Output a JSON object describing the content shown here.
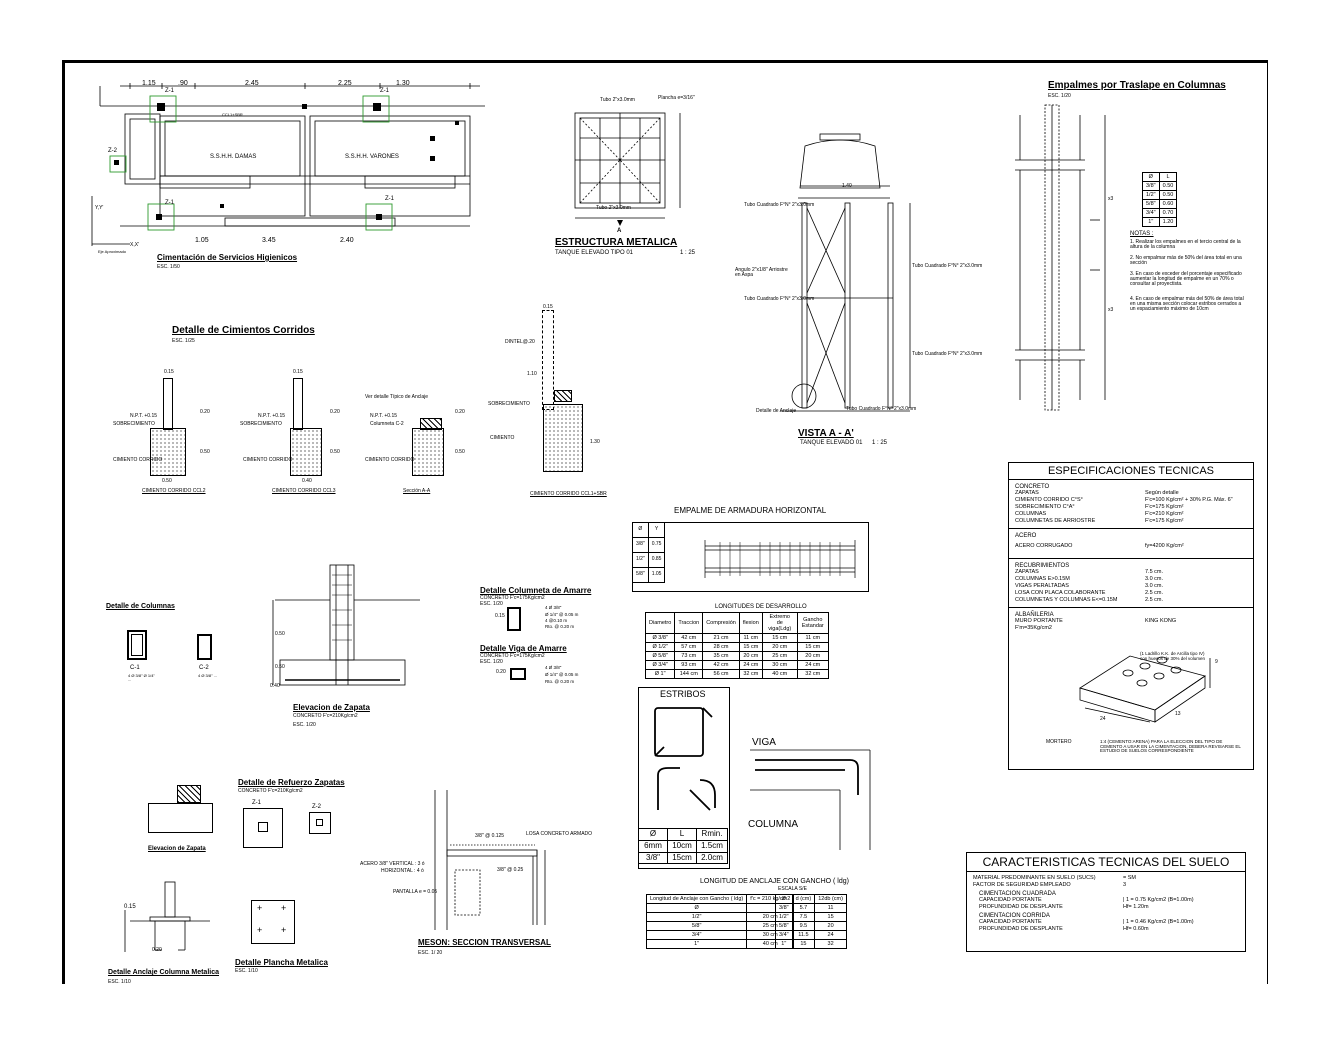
{
  "plan": {
    "title": "Cimentación de Servicios Higienicos",
    "scale": "ESC. 1/50",
    "room_damas": "S.S.H.H. DAMAS",
    "room_varones": "S.S.H.H. VARONES",
    "top_dims": [
      "1.15",
      ".90",
      "2.45",
      "2.25",
      "1.30"
    ],
    "bottom_dims": [
      "1.05",
      "3.45",
      "2.40"
    ],
    "z1": "Z-1",
    "z2": "Z-2",
    "beam": "CCL1+SBR",
    "axis_y": "Y,Y'",
    "axis_x": "X,X'",
    "axis_label": "Eje Aproximado"
  },
  "estructura": {
    "title": "ESTRUCTURA METALICA",
    "subtitle": "TANQUE ELEVADO TIPO 01",
    "scale": "1 : 25",
    "tubo": "Tubo 2\"x3.0mm",
    "plancha": "Plancha e=3/16\"",
    "marker": "A"
  },
  "vista": {
    "title": "VISTA A - A'",
    "subtitle": "TANQUE ELEVADO 01",
    "scale": "1 : 25",
    "tubo1": "Tubo Cuadrado F°N° 2\"x3.0mm",
    "tubo2": "Tubo Cuadrado F°N° 2\"x3.0mm",
    "angulo": "Angulo 2\"x1/8\" Arriostre en Aspa",
    "anclaje": "Detalle de Anclaje",
    "dim": "1.40"
  },
  "empalmes": {
    "title": "Empalmes por Traslape en Columnas",
    "scale": "ESC. 1/20",
    "table_head": [
      "Ø",
      "L"
    ],
    "table_rows": [
      [
        "3/8\"",
        "0.50"
      ],
      [
        "1/2\"",
        "0.50"
      ],
      [
        "5/8\"",
        "0.60"
      ],
      [
        "3/4\"",
        "0.70"
      ],
      [
        "1\"",
        "1.20"
      ]
    ],
    "notes_title": "NOTAS :",
    "notes": [
      "1. Realizar los empalmes en el tercio central de la altura de la columna",
      "2. No empalmar más de 50% del área total en una sección",
      "3. En caso de exceder del porcentaje especificado aumentar la longitud de empalme en un 70% o consultar al proyectista.",
      "4. En caso de empalmar más del 50% de área total en una misma sección colocar estribos cerrados a un espaciamiento máximo de 10cm"
    ]
  },
  "cimientos": {
    "title": "Detalle  de Cimientos Corridos",
    "scale": "ESC. 1/25",
    "labels": [
      "CIMIENTO CORRIDO CCL2",
      "CIMIENTO CORRIDO CCL3",
      "Sección A-A",
      "CIMIENTO CORRIDO CCL1+SBR"
    ],
    "npt": "N.P.T. +0.15",
    "sobrecimiento": "SOBRECIMIENTO",
    "cimiento": "CIMIENTO CORRIDO",
    "columneta": "Columneta C-2",
    "ver": "Ver detalle Típico de Anclaje",
    "dims": [
      "0.15",
      "0.20",
      "0.50",
      "0.50",
      "0.40",
      "1.10",
      "1.30"
    ],
    "dintel": "DINTEL@.20",
    "cimiento_short": "CIMIENTO"
  },
  "empalme_horizontal": {
    "title": "EMPALME DE ARMADURA HORIZONTAL",
    "rows": [
      [
        "Ø",
        "Y"
      ],
      [
        "3/8\"",
        "0.75"
      ],
      [
        "1/2\"",
        "0.85"
      ],
      [
        "5/8\"",
        "1.05"
      ]
    ]
  },
  "longitudes": {
    "title": "LONGITUDES DE DESARROLLO",
    "head": [
      "Diametro",
      "Traccion",
      "Compresión",
      "flexion",
      "Extremo de viga(Ldg)",
      "Gancho Estandar"
    ],
    "rows": [
      [
        "Ø 3/8\"",
        "42 cm",
        "21 cm",
        "11 cm",
        "15 cm",
        "11 cm"
      ],
      [
        "Ø 1/2\"",
        "57 cm",
        "28 cm",
        "15 cm",
        "20 cm",
        "15 cm"
      ],
      [
        "Ø 5/8\"",
        "73 cm",
        "35 cm",
        "20 cm",
        "25 cm",
        "20 cm"
      ],
      [
        "Ø 3/4\"",
        "93 cm",
        "42 cm",
        "24 cm",
        "30 cm",
        "24 cm"
      ],
      [
        "Ø 1\"",
        "144 cm",
        "56 cm",
        "32 cm",
        "40 cm",
        "32 cm"
      ]
    ]
  },
  "estribos": {
    "title": "ESTRIBOS",
    "head": [
      "Ø",
      "L",
      "Rmin."
    ],
    "rows": [
      [
        "6mm",
        "10cm",
        "1.5cm"
      ],
      [
        "3/8\"",
        "15cm",
        "2.0cm"
      ]
    ],
    "viga": "VIGA",
    "columna": "COLUMNA"
  },
  "anclaje": {
    "title": "LONGITUD DE ANCLAJE CON GANCHO ( ldg)",
    "scale": "ESCALA S/E",
    "t1_head": [
      "Longitud de Anclaje con Gancho ( ldg)",
      "f'c = 210 kg/cm2"
    ],
    "t1_rows": [
      [
        "Ø",
        ""
      ],
      [
        "1/2\"",
        "20 cm"
      ],
      [
        "5/8\"",
        "25 cm"
      ],
      [
        "3/4\"",
        "30 cm"
      ],
      [
        "1\"",
        "40 cm"
      ]
    ],
    "t2_head": [
      "Ø",
      "d (cm)",
      "12db (cm)"
    ],
    "t2_rows": [
      [
        "3/8\"",
        "5.7",
        "11"
      ],
      [
        "1/2\"",
        "7.5",
        "15"
      ],
      [
        "5/8\"",
        "9.5",
        "20"
      ],
      [
        "3/4\"",
        "11.5",
        "24"
      ],
      [
        "1\"",
        "15",
        "32"
      ]
    ]
  },
  "especificaciones": {
    "title": "ESPECIFICACIONES TECNICAS",
    "concreto": "CONCRETO",
    "concreto_rows": [
      [
        "ZAPATAS",
        "Según detalle"
      ],
      [
        "CIMIENTO CORRIDO  C°S°",
        "F'c=100 Kg/cm² + 30% P.G. Máx. 6\""
      ],
      [
        "SOBRECIMIENTO C°A°",
        "F'c=175 Kg/cm²"
      ],
      [
        "COLUMNAS",
        "F'c=210 Kg/cm²"
      ],
      [
        "COLUMNETAS DE ARRIOSTRE",
        "F'c=175 Kg/cm²"
      ]
    ],
    "acero": "ACERO",
    "acero_rows": [
      [
        "ACERO CORRUGADO",
        "fy=4200 Kg/cm²"
      ]
    ],
    "recubrimientos": "RECUBRIMIENTOS",
    "recub_rows": [
      [
        "ZAPATAS",
        "7.5 cm."
      ],
      [
        "COLUMNAS E>0.15M",
        "3.0 cm."
      ],
      [
        "VIGAS PERALTADAS",
        "3.0 cm."
      ],
      [
        "LOSA CON PLACA COLABORANTE",
        "2.5 cm."
      ],
      [
        "COLUMNETAS Y COLUMNAS E<=0.15M",
        "2.5 cm."
      ]
    ],
    "albanileria": "ALBAÑILERIA",
    "muro": "MURO PORTANTE",
    "muro_val": "KING KONG",
    "fm": "F'm=35Kg/cm2",
    "ladrillo": "(1 Ladrillo K.K. de Arcilla tipo IV) con huecos de 30% del volumen",
    "mortero": "MORTERO",
    "mortero_val": "1:4 (CEMENTO:ARENA) PARA LA ELECCION DEL TIPO DE CEMENTO A USAR EN LA CIMENTACION, DEBERA REVISARSE EL ESTUDIO DE SUELOS CORRESPONDIENTE",
    "dims": [
      "24",
      "13",
      "9"
    ]
  },
  "suelo": {
    "title": "CARACTERISTICAS TECNICAS DEL SUELO",
    "rows": [
      [
        "MATERIAL PREDOMINANTE EN SUELO (SUCS)",
        "= SM"
      ],
      [
        "FACTOR DE SEGURIDAD EMPLEADO",
        "3"
      ]
    ],
    "cuadrada": "CIMENTACION CUADRADA",
    "cuadrada_rows": [
      [
        "CAPACIDAD PORTANTE",
        "| 1 = 0.75 Kg/cm2 (B=1.00m)"
      ],
      [
        "PROFUNDIDAD DE DESPLANTE",
        "Hf= 1.20m"
      ]
    ],
    "corrida": "CIMENTACION CORRIDA",
    "corrida_rows": [
      [
        "CAPACIDAD PORTANTE",
        "| 1 = 0.46 Kg/cm2 (B=1.00m)"
      ],
      [
        "PROFUNDIDAD DE DESPLANTE",
        "Hf= 0.60m"
      ]
    ]
  },
  "columnas": {
    "title": "Detalle de Columnas",
    "c1": "C-1",
    "c2": "C-2",
    "note1": "4 Ø 3/8\" Ø 1/4\" ...",
    "note2": "4 Ø 3/8\" ..."
  },
  "zapata": {
    "title": "Elevacion de Zapata",
    "sub": "CONCRETO F'c=210Kg/cm2",
    "scale": "ESC. 1/20",
    "dims": [
      "0.50",
      "0.50",
      "0.40"
    ]
  },
  "columneta_amarre": {
    "title": "Detalle Columneta de Amarre",
    "sub": "CONCRETO F'c=175Kg/cm2",
    "scale": "ESC. 1/20",
    "notes": [
      "4 Ø 3/8\"",
      "Ø 1/4\" @ 0.05 m",
      "4 @0.10 m",
      "Rto. @ 0.20 m"
    ],
    "dim": "0.15"
  },
  "viga_amarre": {
    "title": "Detalle Viga de Amarre",
    "sub": "CONCRETO F'c=175Kg/cm2",
    "scale": "ESC. 1/20",
    "notes": [
      "4 Ø 3/8\"",
      "Ø 1/4\" @ 0.05 m",
      "Rto. @ 0.20 m"
    ],
    "dim": "0.20"
  },
  "refuerzo": {
    "title": "Detalle de Refuerzo Zapatas",
    "sub": "CONCRETO F'c=210Kg/cm2",
    "z1": "Z-1",
    "z2": "Z-2",
    "elev": "Elevacion de Zapata"
  },
  "anclaje_col": {
    "title": "Detalle Anclaje Columna Metalica",
    "scale": "ESC. 1/10",
    "dims": [
      "0.15",
      "0.20"
    ]
  },
  "plancha": {
    "title": "Detalle Plancha Metalica",
    "scale": "ESC. 1/10"
  },
  "meson": {
    "title": "MESON: SECCION TRANSVERSAL",
    "scale": "ESC. 1/ 20",
    "losa": "LOSA CONCRETO ARMADO",
    "acero_v": "ACERO 3/8\" VERTICAL : 3 ó",
    "horizontal": "HORIZONTAL : 4 ó",
    "pantalla": "PANTALLA e = 0.05",
    "bar1": "3/8\" @ 0.125",
    "bar2": "3/8\" @ 0.25"
  }
}
